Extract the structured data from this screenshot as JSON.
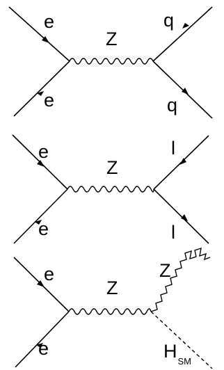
{
  "diagrams": [
    {
      "boson": "Z",
      "incoming": [
        "e",
        "e"
      ],
      "outgoing": [
        "q",
        "q"
      ]
    },
    {
      "boson": "Z",
      "incoming": [
        "e",
        "e"
      ],
      "outgoing": [
        "l",
        "l"
      ]
    },
    {
      "boson": "Z",
      "incoming": [
        "e",
        "e"
      ],
      "outgoing_boson": "Z",
      "outgoing_scalar": "H",
      "outgoing_scalar_sub": "SM"
    }
  ]
}
